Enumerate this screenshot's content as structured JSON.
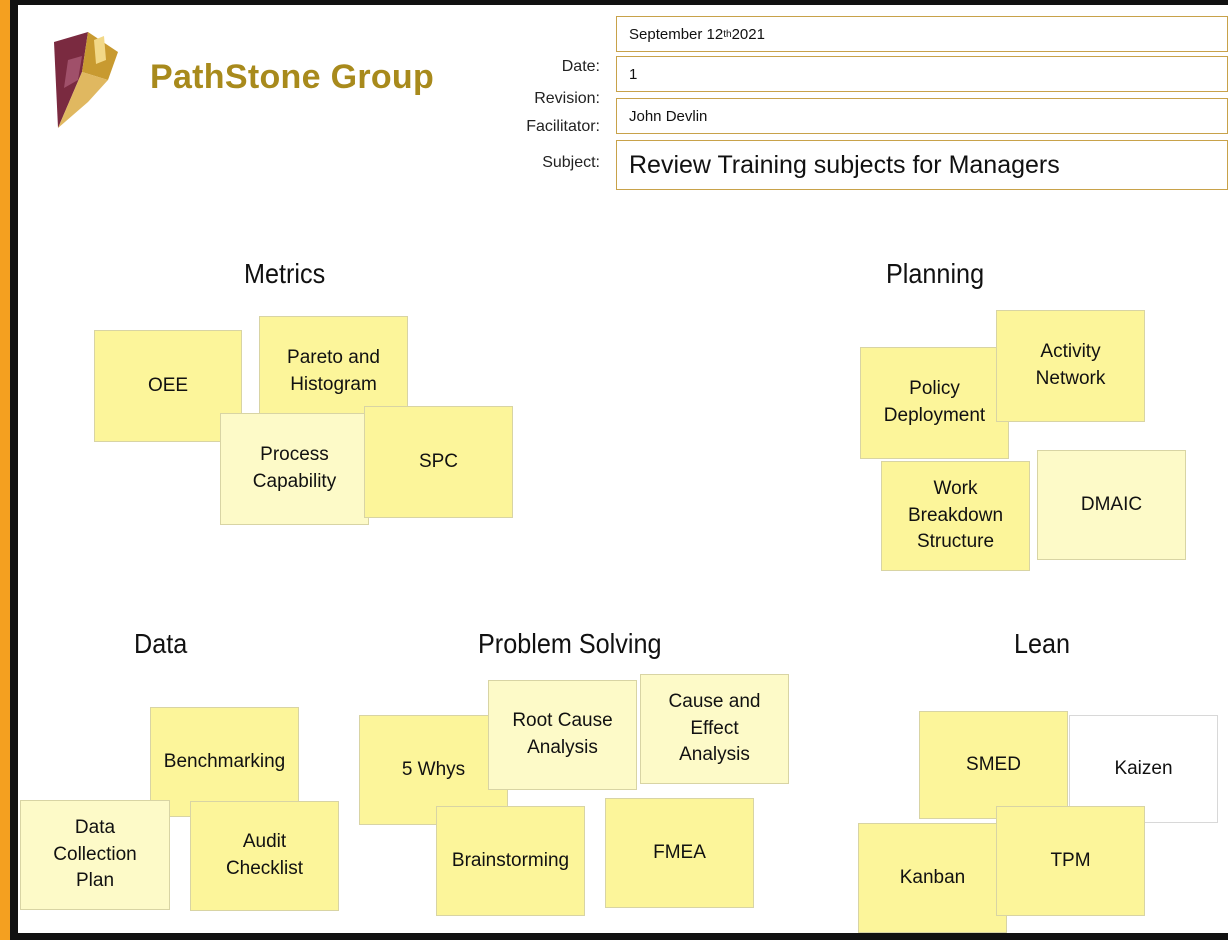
{
  "header": {
    "company": "PathStone Group",
    "labels": {
      "date": "Date:",
      "revision": "Revision:",
      "facilitator": "Facilitator:",
      "subject": "Subject:"
    },
    "values": {
      "date_main": "September 12",
      "date_sup": "th",
      "date_year": " 2021",
      "revision": "1",
      "facilitator": "John Devlin",
      "subject": "Review Training subjects for Managers"
    }
  },
  "colors": {
    "note_yellow": "#fcf59a",
    "note_pale": "#fdfac8",
    "note_white": "#ffffff",
    "brand": "#a88a1c",
    "sidebar_accent": "#f4a020"
  },
  "groups": {
    "metrics": {
      "title": "Metrics",
      "notes": [
        "OEE",
        "Pareto and\nHistogram",
        "Process\nCapability",
        "SPC"
      ]
    },
    "planning": {
      "title": "Planning",
      "notes": [
        "Policy\nDeployment",
        "Activity\nNetwork",
        "Work\nBreakdown\nStructure",
        "DMAIC"
      ]
    },
    "data": {
      "title": "Data",
      "notes": [
        "Benchmarking",
        "Data\nCollection\nPlan",
        "Audit\nChecklist"
      ]
    },
    "problem_solving": {
      "title": "Problem Solving",
      "notes": [
        "5 Whys",
        "Root Cause\nAnalysis",
        "Cause and\nEffect\nAnalysis",
        "Brainstorming",
        "FMEA"
      ]
    },
    "lean": {
      "title": "Lean",
      "notes": [
        "SMED",
        "Kaizen",
        "Kanban",
        "TPM"
      ]
    }
  }
}
